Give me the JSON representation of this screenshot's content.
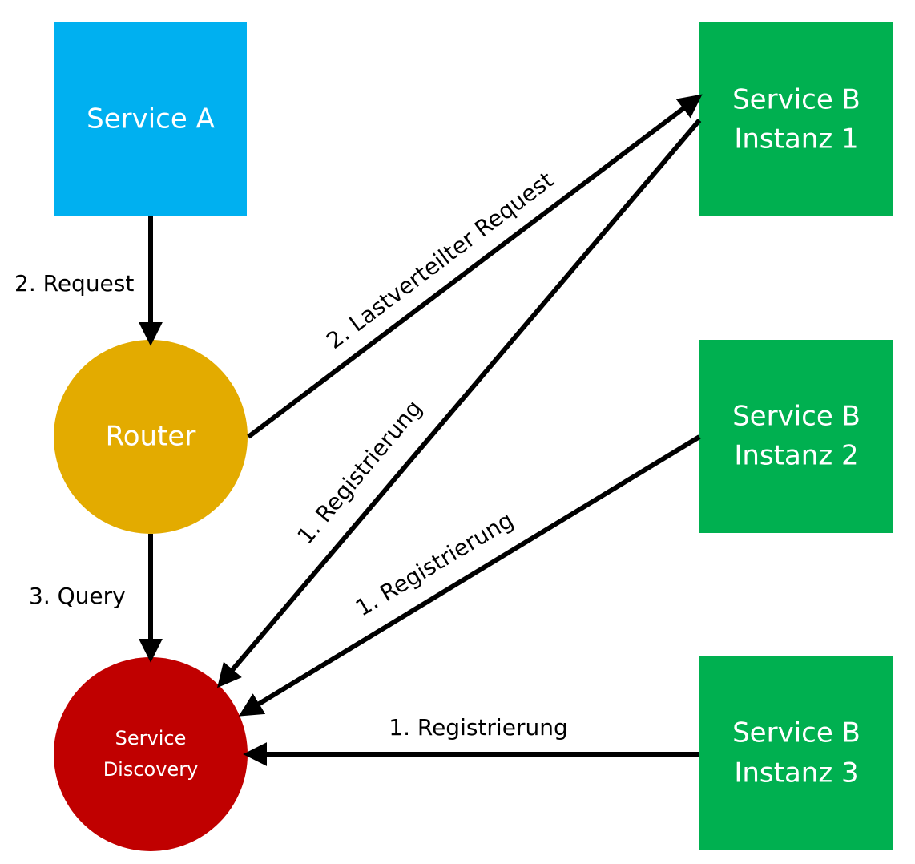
{
  "colors": {
    "service_a": "#00b0f0",
    "router": "#e3ab00",
    "service_discovery": "#c00000",
    "service_b": "#00b050",
    "arrow": "#000000",
    "node_text": "#ffffff"
  },
  "nodes": {
    "service_a": {
      "label": "Service A"
    },
    "router": {
      "label": "Router"
    },
    "service_discovery": {
      "line1": "Service",
      "line2": "Discovery"
    },
    "service_b_1": {
      "line1": "Service B",
      "line2": "Instanz 1"
    },
    "service_b_2": {
      "line1": "Service B",
      "line2": "Instanz 2"
    },
    "service_b_3": {
      "line1": "Service B",
      "line2": "Instanz 3"
    }
  },
  "edges": {
    "request": {
      "label": "2. Request",
      "from": "Service A",
      "to": "Router"
    },
    "query": {
      "label": "3. Query",
      "from": "Router",
      "to": "Service Discovery"
    },
    "lastverteilter_request": {
      "label": "2. Lastverteilter Request",
      "from": "Router",
      "to": "Service B Instanz 1"
    },
    "registrierung_1": {
      "label": "1. Registrierung",
      "from": "Service B Instanz 1",
      "to": "Service Discovery"
    },
    "registrierung_2": {
      "label": "1. Registrierung",
      "from": "Service B Instanz 2",
      "to": "Service Discovery"
    },
    "registrierung_3": {
      "label": "1. Registrierung",
      "from": "Service B Instanz 3",
      "to": "Service Discovery"
    }
  }
}
